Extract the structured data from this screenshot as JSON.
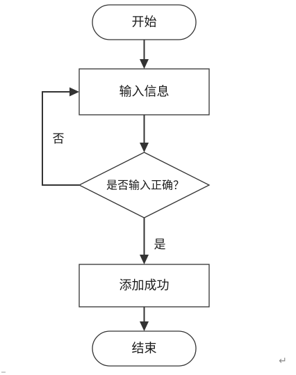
{
  "flowchart": {
    "start": {
      "label": "开始"
    },
    "input_info": {
      "label": "输入信息"
    },
    "decision": {
      "label": "是否输入正确？"
    },
    "success": {
      "label": "添加成功"
    },
    "end": {
      "label": "结束"
    },
    "edge_no": {
      "label": "否"
    },
    "edge_yes": {
      "label": "是"
    }
  },
  "document": {
    "paragraph_mark": "↵"
  }
}
